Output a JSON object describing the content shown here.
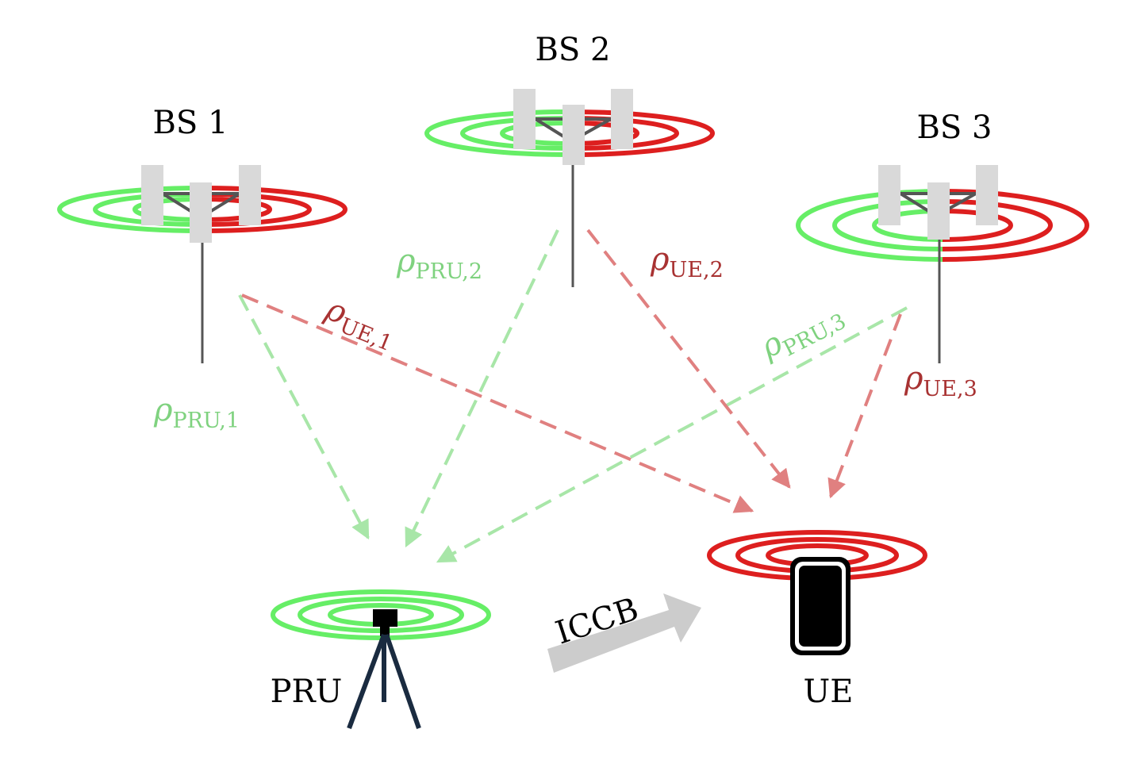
{
  "nodes": {
    "bs1": {
      "label": "BS 1"
    },
    "bs2": {
      "label": "BS 2"
    },
    "bs3": {
      "label": "BS 3"
    },
    "pru": {
      "label": "PRU"
    },
    "ue": {
      "label": "UE"
    }
  },
  "transfer": {
    "label": "ICCB"
  },
  "links": {
    "pru1": {
      "symbol": "ρ",
      "sub": "PRU,1"
    },
    "pru2": {
      "symbol": "ρ",
      "sub": "PRU,2"
    },
    "pru3": {
      "symbol": "ρ",
      "sub": "PRU,3"
    },
    "ue1": {
      "symbol": "ρ",
      "sub": "UE,1"
    },
    "ue2": {
      "symbol": "ρ",
      "sub": "UE,2"
    },
    "ue3": {
      "symbol": "ρ",
      "sub": "UE,3"
    }
  },
  "colors": {
    "pru_signal": "#7fd27f",
    "ue_signal": "#a83232",
    "ring_green": "#66ee66",
    "ring_red": "#dd1f1f",
    "antenna_panel": "#d9d9d9",
    "mast": "#555555",
    "tripod": "#1a2b40",
    "transfer_arrow": "#cccccc"
  }
}
